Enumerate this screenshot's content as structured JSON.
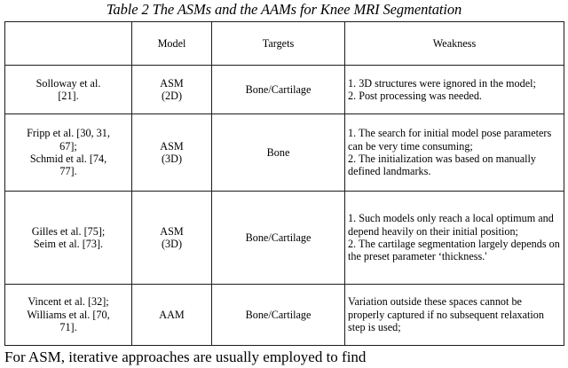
{
  "caption": "Table 2 The ASMs and the AAMs for Knee MRI Segmentation",
  "table": {
    "headers": [
      "",
      "Model",
      "Targets",
      "Weakness"
    ],
    "rows": [
      {
        "reference": "Solloway et al.\n[21].",
        "model": "ASM\n(2D)",
        "targets": "Bone/Cartilage",
        "weakness": "1. 3D structures were ignored in the model;\n2. Post processing was needed."
      },
      {
        "reference": "Fripp et al. [30, 31,\n67];\nSchmid et al. [74,\n77].",
        "model": "ASM\n(3D)",
        "targets": "Bone",
        "weakness": "1. The search for initial model pose parameters can be very time consuming;\n2. The initialization was based on manually defined landmarks."
      },
      {
        "reference": "Gilles et al. [75];\nSeim et al. [73].",
        "model": "ASM\n(3D)",
        "targets": "Bone/Cartilage",
        "weakness": "1. Such models only reach a local optimum and depend heavily on their initial position;\n2. The cartilage segmentation largely depends on the preset parameter ‘thickness.'"
      },
      {
        "reference": "Vincent et al. [32];\nWilliams et al. [70,\n71].",
        "model": "AAM",
        "targets": "Bone/Cartilage",
        "weakness": "Variation outside these spaces cannot be properly captured if no subsequent relaxation step is used;"
      }
    ]
  },
  "body_paragraph": "For ASM, iterative approaches are usually employed to find"
}
